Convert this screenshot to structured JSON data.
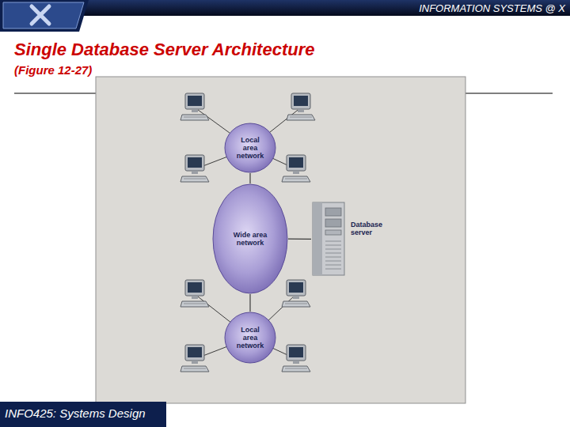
{
  "diagram": {
    "title": "Single Database Server Architecture",
    "caption": "(Figure 12-27)",
    "nodes": [
      {
        "text": [
          "Local area network"
        ]
      },
      {
        "text": [
          "Wide area network"
        ]
      },
      {
        "text": [
          "Database server"
        ]
      },
      {
        "text": [
          "Local area network"
        ]
      }
    ],
    "edges": [
      {
        "from": 0,
        "to": 1,
        "arrow": "none"
      },
      {
        "from": 1,
        "to": 2,
        "arrow": "none"
      },
      {
        "from": 1,
        "to": 3,
        "arrow": "none"
      }
    ],
    "labels": [
      "INFORMATION SYSTEMS @ X",
      "INFO425: Systems Design"
    ]
  }
}
